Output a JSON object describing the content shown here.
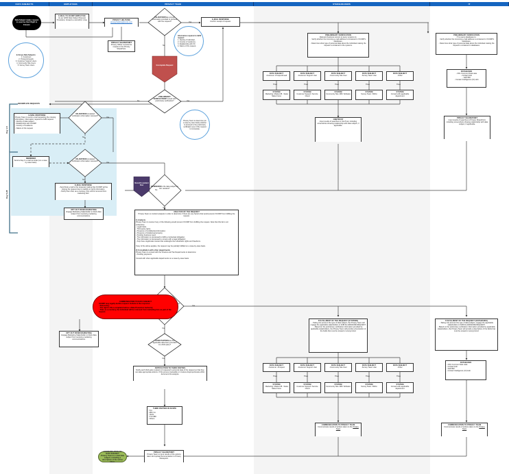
{
  "lanes": [
    {
      "key": "data_subjects",
      "label": "DATA SUBJECTS"
    },
    {
      "key": "employees",
      "label": "EMPLOYEES"
    },
    {
      "key": "privacy_team",
      "label": "PRIVACY TEAM"
    },
    {
      "key": "stakeholders",
      "label": "STAKEHOLDERS"
    },
    {
      "key": "it",
      "label": "IT"
    }
  ],
  "colors": {
    "header": "#1565c0",
    "incomplete_bg": "#d9eef6",
    "incomplete_pentagon": "#c0504d",
    "non_eu_pentagon": "#4b3a6b",
    "red_pill": "#ff0000",
    "green_pill": "#9bbb59",
    "circle_border": "#5aa0dc"
  },
  "start": {
    "text": "Data Subject makes request to exercise their Right to Erasure"
  },
  "in_scope": {
    "title": "In-Scope Data Subjects:",
    "items": [
      "1. Customers",
      "2. Prospects/Leads",
      "3. Customer Support Users",
      "4. Community Site Users",
      "5. Survey Team Users"
    ]
  },
  "email_employee": {
    "title": "E-MAIL TO XCORP EMPLOYEE",
    "text": "As per QMS Data Subject Request Procedure, forward e-mail within 1 day."
  },
  "privacy_helpline": {
    "title": "PRIVACY HELPLINE",
    "email": "privacyhelpline@xcorp.com"
  },
  "privacy_sharepoint_1": {
    "title": "PRIVACY SHAREPOINT",
    "text": "Privacy Officer records the request in the Privacy SharePoint."
  },
  "validation_1": {
    "title": "VALIDATION",
    "text": "Was enough information provided to proceed with the request?",
    "yes": "Yes",
    "no": "No"
  },
  "info_required": {
    "title": "Information required to fulfill request:",
    "items": [
      "1. Identity of individual,",
      "2. Country of residence,",
      "3. Relationship with XC",
      "4. Nature of the request."
    ]
  },
  "email_response_top": {
    "title": "E-MAIL RESPONSE",
    "text": "Confirm receipt of request."
  },
  "incomplete_request": {
    "text": "Incomplete Request"
  },
  "preliminary_decision": {
    "title": "PRELIMINARY VERIFICATION",
    "text": "Proceed with preliminary verification?",
    "yes": "Yes",
    "no": "No"
  },
  "case_by_case": {
    "text": "Privacy Team to determine (on a case-by-case basis) whether to proceed to the preliminary verification even if the request is incomplete."
  },
  "incomplete_requests": {
    "label": "INCOMPLETE REQUESTS",
    "day1": "Day 1-5",
    "day2": "Day 5-28"
  },
  "email_response_missing": {
    "title": "E-MAIL RESPONSE",
    "text": "Privacy Team to send e-mail requesting the missing information. Information required to fulfill request:",
    "items": [
      "- Identity of data subject",
      "- Relationship with XCORP",
      "- Country of residence",
      "- Nature of the request"
    ]
  },
  "validation_2": {
    "title": "VALIDATION",
    "text": "Completed verification information received?",
    "yes": "Yes",
    "no": "No"
  },
  "reminder": {
    "title": "REMINDER",
    "text": "Send a Day-X e-mail reminder (on a case-by-case basis)"
  },
  "validation_3": {
    "title": "VALIDATION",
    "text": "Completed verification information received?",
    "yes": "Yes",
    "no": "No"
  },
  "email_final": {
    "title": "E-MAIL RESPONSE",
    "text": "- Send final e-mail to the requester stating that XCORP will be closing the request due to inability to verify information.",
    "text2": "- Notify them that, as a courtesy, they will be removed from marketing lists."
  },
  "opt_out_1": {
    "title": "OPT OUT FROM MARKETING",
    "text": "Engage Marketing Stakeholder to block data subject from receiving marketing communications."
  },
  "non_eu": {
    "text": "Non-EU resident flow"
  },
  "residence": {
    "title": "RESIDENCE",
    "text": "Is the data subject an EU resident?",
    "yes": "Yes",
    "no": "No"
  },
  "prelim_stakeholders": {
    "title": "PRELIMINARY VERIFICATION",
    "text": "Relevant business owners to query systems to:",
    "items": [
      "- Verify whether the incoming e-mail address is contained in XCORP's databases.",
      "- Determine what type of personal data about the individual making the request is contained in the systems."
    ]
  },
  "prelim_it": {
    "title": "PRELIMINARY VERIFICATION",
    "text": "IT to query databases to:",
    "items": [
      "- Verify whether the incoming e-mail address is contained in XCORP's databases.",
      "- Determine what type of personal data about the individual making the request is contained in databases."
    ]
  },
  "data_subjects_row1": [
    {
      "title": "DATA SUBJECT",
      "text": "-Customer -Prospect/Lead"
    },
    {
      "title": "DATA SUBJECT",
      "text": "-Customer Support User"
    },
    {
      "title": "DATA SUBJECT",
      "text": "-Community Site User"
    },
    {
      "title": "DATA SUBJECT",
      "text": "-Survey Team User"
    },
    {
      "title": "DATA SUBJECT",
      "text": "-Other"
    }
  ],
  "systems_row1": [
    {
      "title": "SYSTEM",
      "text": "- Marketing: Market 08 - Sales: Sales Force"
    },
    {
      "title": "SYSTEM",
      "text": "Customer Support: Service Cloud"
    },
    {
      "title": "SYSTEM",
      "text": "Community Site: ABC Software"
    },
    {
      "title": "SYSTEM",
      "text": "Survey Team: SMCo"
    },
    {
      "title": "SYSTEM",
      "text": "Consult with applicable department"
    }
  ],
  "then_label": "Then",
  "databases_1": {
    "title": "DATABASES",
    "items": [
      "- CDL Common Data Lake",
      "- Contact Hub",
      "- SAP BW",
      "- Contact Intelligence (CI) Hub"
    ]
  },
  "onetrust": {
    "title": "ONETRUST",
    "text": "Input results of searches to OneTrust, including screenshots showing relationship with data subject, if applicable."
  },
  "privacy_sharepoint_it": {
    "title": "PRIVACY SHAREPOINT",
    "text": "Input results of searches to Privacy SharePoint, including screenshots showing relationship with data subject, if applicable."
  },
  "analysis": {
    "title": "ANALYSIS OF THE REQUEST",
    "intro": "Privacy Team to conduct analysis in order to determine if there are any factors that would prevent XCORP from fulfilling the request.",
    "s1_title": "1) Analysis",
    "s1_text": "Privacy Team to review if any of the following would prevent XCORP from fulfilling the request. Note that this list is not exhaustive.",
    "s1_items": [
      "- Legal holds;",
      "- Third party rights;",
      "- Presence of confidential information;",
      "- Presence of intellectual property;",
      "- Pending business need;",
      "- The information is processed to fulfill a contractual obligation;",
      "- The information is processed to comply with a legal obligation;",
      "- Xorp has a legitimate interest that outweighs the individual's rights and freedoms."
    ],
    "s1_note": "If any of the above applies, the request may be partially fulfilled on a case-by-case basis.",
    "s2_title": "2) Consultation with other departments",
    "s2_text": "Privacy Team to consult with the Finance and Tax Departments to determine:",
    "s2_items": [
      "- Pending payments"
    ],
    "s2_note": "Consult with other applicable departments on a case-by-case basis."
  },
  "comm_red": {
    "title": "COMMUNICATION TO DATA SUBJECT",
    "text": "XCORP may legally decline request. Include in the response:",
    "items": [
      "- Reasoning;",
      "- The right to file a complaint before a Data Protection Authority;",
      "- That, as a courtesy, the individual will be removed from marketing lists as part of the request."
    ]
  },
  "result": {
    "title": "RESULT OF THE ANALYSIS",
    "text": "Proceed with the request?",
    "yes": "Yes",
    "no": "No"
  },
  "opt_out_2": {
    "title": "OPT OUT FROM MARKETING",
    "text": "Engage Marketing Stakeholder to block data subject from receiving marketing communications."
  },
  "third_parties": {
    "title": "THIRD PARTIES",
    "text": "Has the applicable data been provided to a third party?",
    "yes": "Yes"
  },
  "notification_third": {
    "title": "NOTIFICATION TO THIRD PARTIES",
    "text": "Notify each third-party recipient of requester's personal data of the request so that they can take appropriate actions. If this proves impossible or involves disproportionate effort, document the analysis."
  },
  "third_in_scope": {
    "title": "THIRD PARTIES IN SCOPE",
    "items": [
      "- Xxx",
      "- ABC Co.",
      "- JKAS",
      "- XYZ 888",
      "- Others"
    ]
  },
  "privacy_sharepoint_final": {
    "title": "PRIVACY SHAREPOINT",
    "text": "Privacy Team to input results of the actions taken and upload documentation to Privacy Sharepoint."
  },
  "comm_green": {
    "title": "COMMUNICATION TO DATA SUBJECT",
    "text": "Privacy Team to e-mail data subject, including a description of the action taken."
  },
  "fulfill_systems": {
    "title": "FULFILLMENT OF THE REQUEST (SYSTEMS)",
    "text": "- Taking into account the type of data subject, the Privacy Team will engage the applicable stakeholders to fulfill the ERASURE REQUEST.",
    "text2": "- Based on the preliminary verification information provided by applicable stakeholders, the Privacy Team will provide a description of the fields that must be erased or anonymized."
  },
  "fulfill_databases": {
    "title": "FULFILLMENT OF THE REQUEST (DATABASES)",
    "text": "- Taking into account the type of data subject, engage the applicable stakeholders to fulfill the ERASURE REQUEST.",
    "text2": "- Based on the preliminary verification information provided by applicable stakeholders, the Privacy Team will provide a description of the fields that must be erased or anonymized."
  },
  "data_subjects_row2": [
    {
      "title": "DATA SUBJECT",
      "text": "-Customer -Prospect"
    },
    {
      "title": "DATA SUBJECT",
      "text": "-Customer Support User"
    },
    {
      "title": "DATA SUBJECT",
      "text": "-Community Site User"
    },
    {
      "title": "DATA SUBJECT",
      "text": "-Survey Team User"
    },
    {
      "title": "DATA SUBJECT",
      "text": "-Other"
    }
  ],
  "systems_row2": [
    {
      "title": "SYSTEM",
      "text": "- Marketing: Market 08 - Sales: Sales Force"
    },
    {
      "title": "SYSTEM",
      "text": "Customer Support: Service Cloud"
    },
    {
      "title": "SYSTEM",
      "text": "Community Site: ABC Software"
    },
    {
      "title": "SYSTEM",
      "text": "Survey Team: SMCo"
    },
    {
      "title": "SYSTEM",
      "text": "Consult with applicable department"
    }
  ],
  "databases_2": {
    "title": "DATABASES",
    "items": [
      "- CDL Common Data Lake",
      "- Contact Hub",
      "- SAP BW",
      "- Contact Intelligence (CI) Hub"
    ]
  },
  "comm_privacy_1": {
    "title": "COMMUNICATION TO PRIVACY TEAM",
    "text": "Communicate results of actions taken to the",
    "link": "Privacy Team"
  },
  "comm_privacy_2": {
    "title": "COMMUNICATION TO PRIVACY TEAM",
    "text": "Communicate results of actions taken to the",
    "link": "Privacy Team"
  }
}
